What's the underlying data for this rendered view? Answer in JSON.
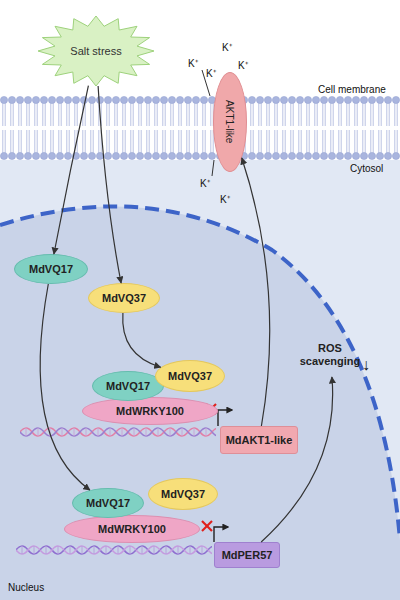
{
  "diagram": {
    "nodes": [
      {
        "text": [
          "Salt stress"
        ]
      },
      {
        "text": [
          "AKT1-like"
        ]
      },
      {
        "text": [
          "MdVQ17"
        ]
      },
      {
        "text": [
          "MdVQ37"
        ]
      },
      {
        "text": [
          "MdVQ17"
        ]
      },
      {
        "text": [
          "MdVQ37"
        ]
      },
      {
        "text": [
          "MdWRKY100"
        ]
      },
      {
        "text": [
          "MdAKT1-like"
        ]
      },
      {
        "text": [
          "MdVQ17"
        ]
      },
      {
        "text": [
          "MdVQ37"
        ]
      },
      {
        "text": [
          "MdWRKY100"
        ]
      },
      {
        "text": [
          "MdPER57"
        ]
      },
      {
        "text": [
          "ROS scavenging"
        ]
      }
    ],
    "edges": [
      {
        "from": 0,
        "to": 2,
        "arrow": "to"
      },
      {
        "from": 0,
        "to": 3,
        "arrow": "to"
      },
      {
        "from": 3,
        "to": 5,
        "arrow": "to"
      },
      {
        "from": 2,
        "to": 8,
        "arrow": "to"
      },
      {
        "from": 7,
        "to": 1,
        "arrow": "to"
      },
      {
        "from": 11,
        "to": 12,
        "arrow": "to"
      }
    ],
    "labels": [
      "K⁺",
      "K⁺",
      "K⁺",
      "K⁺",
      "Cell membrane",
      "Cytosol",
      "K⁺",
      "K⁺",
      "↓",
      "Nucleus"
    ]
  }
}
